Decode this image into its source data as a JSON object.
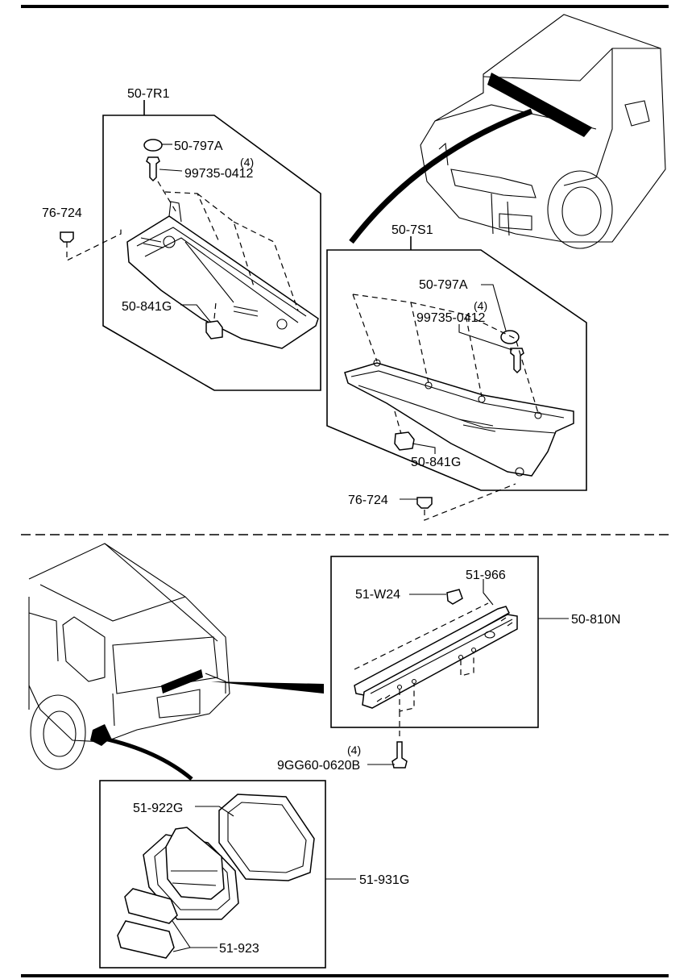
{
  "callouts": {
    "cowl_left_assembly": "50-7R1",
    "cowl_right_assembly": "50-7S1",
    "cap_left": "50-797A",
    "cap_right": "50-797A",
    "screw_left": "99735-0412",
    "screw_left_qty": "(4)",
    "screw_right": "99735-0412",
    "screw_right_qty": "(4)",
    "clip_left": "76-724",
    "clip_right": "76-724",
    "fastener_left": "50-841G",
    "fastener_right": "50-841G",
    "garnish_assembly": "50-810N",
    "garnish_seal": "51-966",
    "garnish_nut": "51-W24",
    "garnish_bolt": "9GG60-0620B",
    "garnish_bolt_qty": "(4)",
    "light_seal": "51-922G",
    "light_assembly": "51-931G",
    "light_lens": "51-923"
  }
}
